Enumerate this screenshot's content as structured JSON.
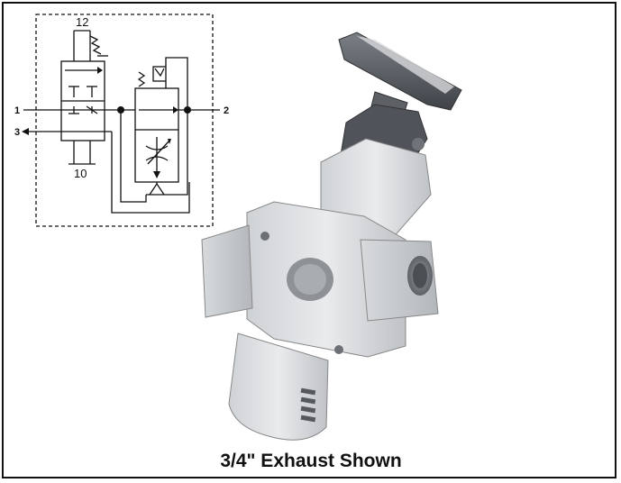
{
  "schematic": {
    "top_label": "12",
    "bottom_label": "10",
    "port_1": "1",
    "port_2": "2",
    "port_3": "3"
  },
  "caption": "3/4\" Exhaust Shown"
}
